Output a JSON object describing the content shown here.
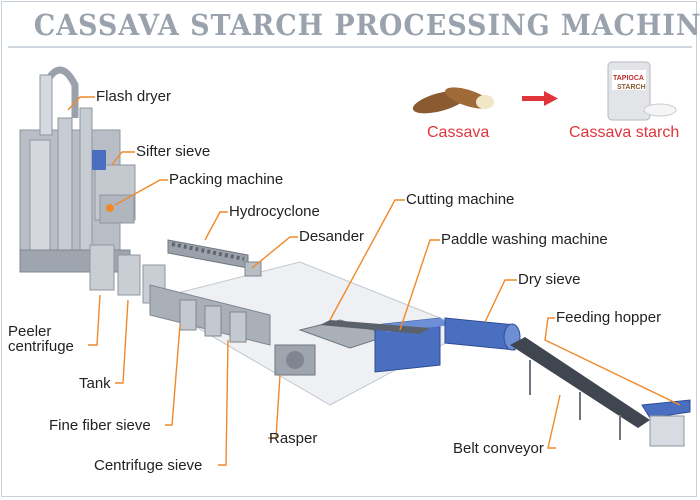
{
  "title": "CASSAVA STARCH PROCESSING MACHINE",
  "product": {
    "raw_label": "Cassava",
    "output_label": "Cassava starch",
    "bag_brand": "TAPIOCA",
    "bag_product": "STARCH"
  },
  "machines": {
    "flash_dryer": "Flash dryer",
    "sifter_sieve": "Sifter sieve",
    "packing_machine": "Packing machine",
    "hydrocyclone": "Hydrocyclone",
    "desander": "Desander",
    "cutting_machine": "Cutting machine",
    "paddle_washing_machine": "Paddle washing machine",
    "dry_sieve": "Dry sieve",
    "feeding_hopper": "Feeding hopper",
    "peeler_centrifuge_line1": "Peeler",
    "peeler_centrifuge_line2": "centrifuge",
    "tank": "Tank",
    "fine_fiber_sieve": "Fine fiber sieve",
    "rasper": "Rasper",
    "belt_conveyor": "Belt conveyor",
    "centrifuge_sieve": "Centrifuge sieve"
  },
  "colors": {
    "leader": "#f0892b",
    "arrow": "#e0353b",
    "machine_gray": "#a9b0b8",
    "machine_blue": "#4b6fc0",
    "title_gray": "#9aa3ad"
  }
}
